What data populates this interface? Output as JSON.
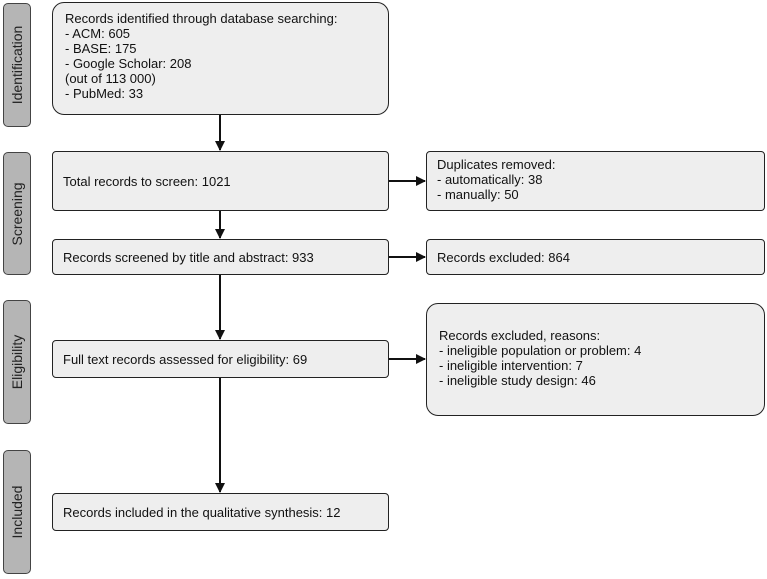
{
  "phases": {
    "identification": "Identification",
    "screening": "Screening",
    "eligibility": "Eligibility",
    "included": "Included"
  },
  "identified": {
    "lines": [
      "Records identified through database searching:",
      "- ACM: 605",
      "- BASE: 175",
      "- Google Scholar: 208",
      "(out of 113 000)",
      "- PubMed: 33"
    ]
  },
  "total_to_screen": "Total records to screen: 1021",
  "duplicates": {
    "lines": [
      "Duplicates removed:",
      "- automatically: 38",
      "- manually: 50"
    ]
  },
  "screened": "Records screened by title and abstract: 933",
  "excluded_screen": "Records excluded: 864",
  "fulltext": "Full text records assessed for eligibility: 69",
  "excluded_reasons": {
    "lines": [
      "Records excluded, reasons:",
      "- ineligible population or problem: 4",
      "- ineligible intervention: 7",
      "- ineligible study design: 46"
    ]
  },
  "included": "Records included in the qualitative synthesis: 12"
}
